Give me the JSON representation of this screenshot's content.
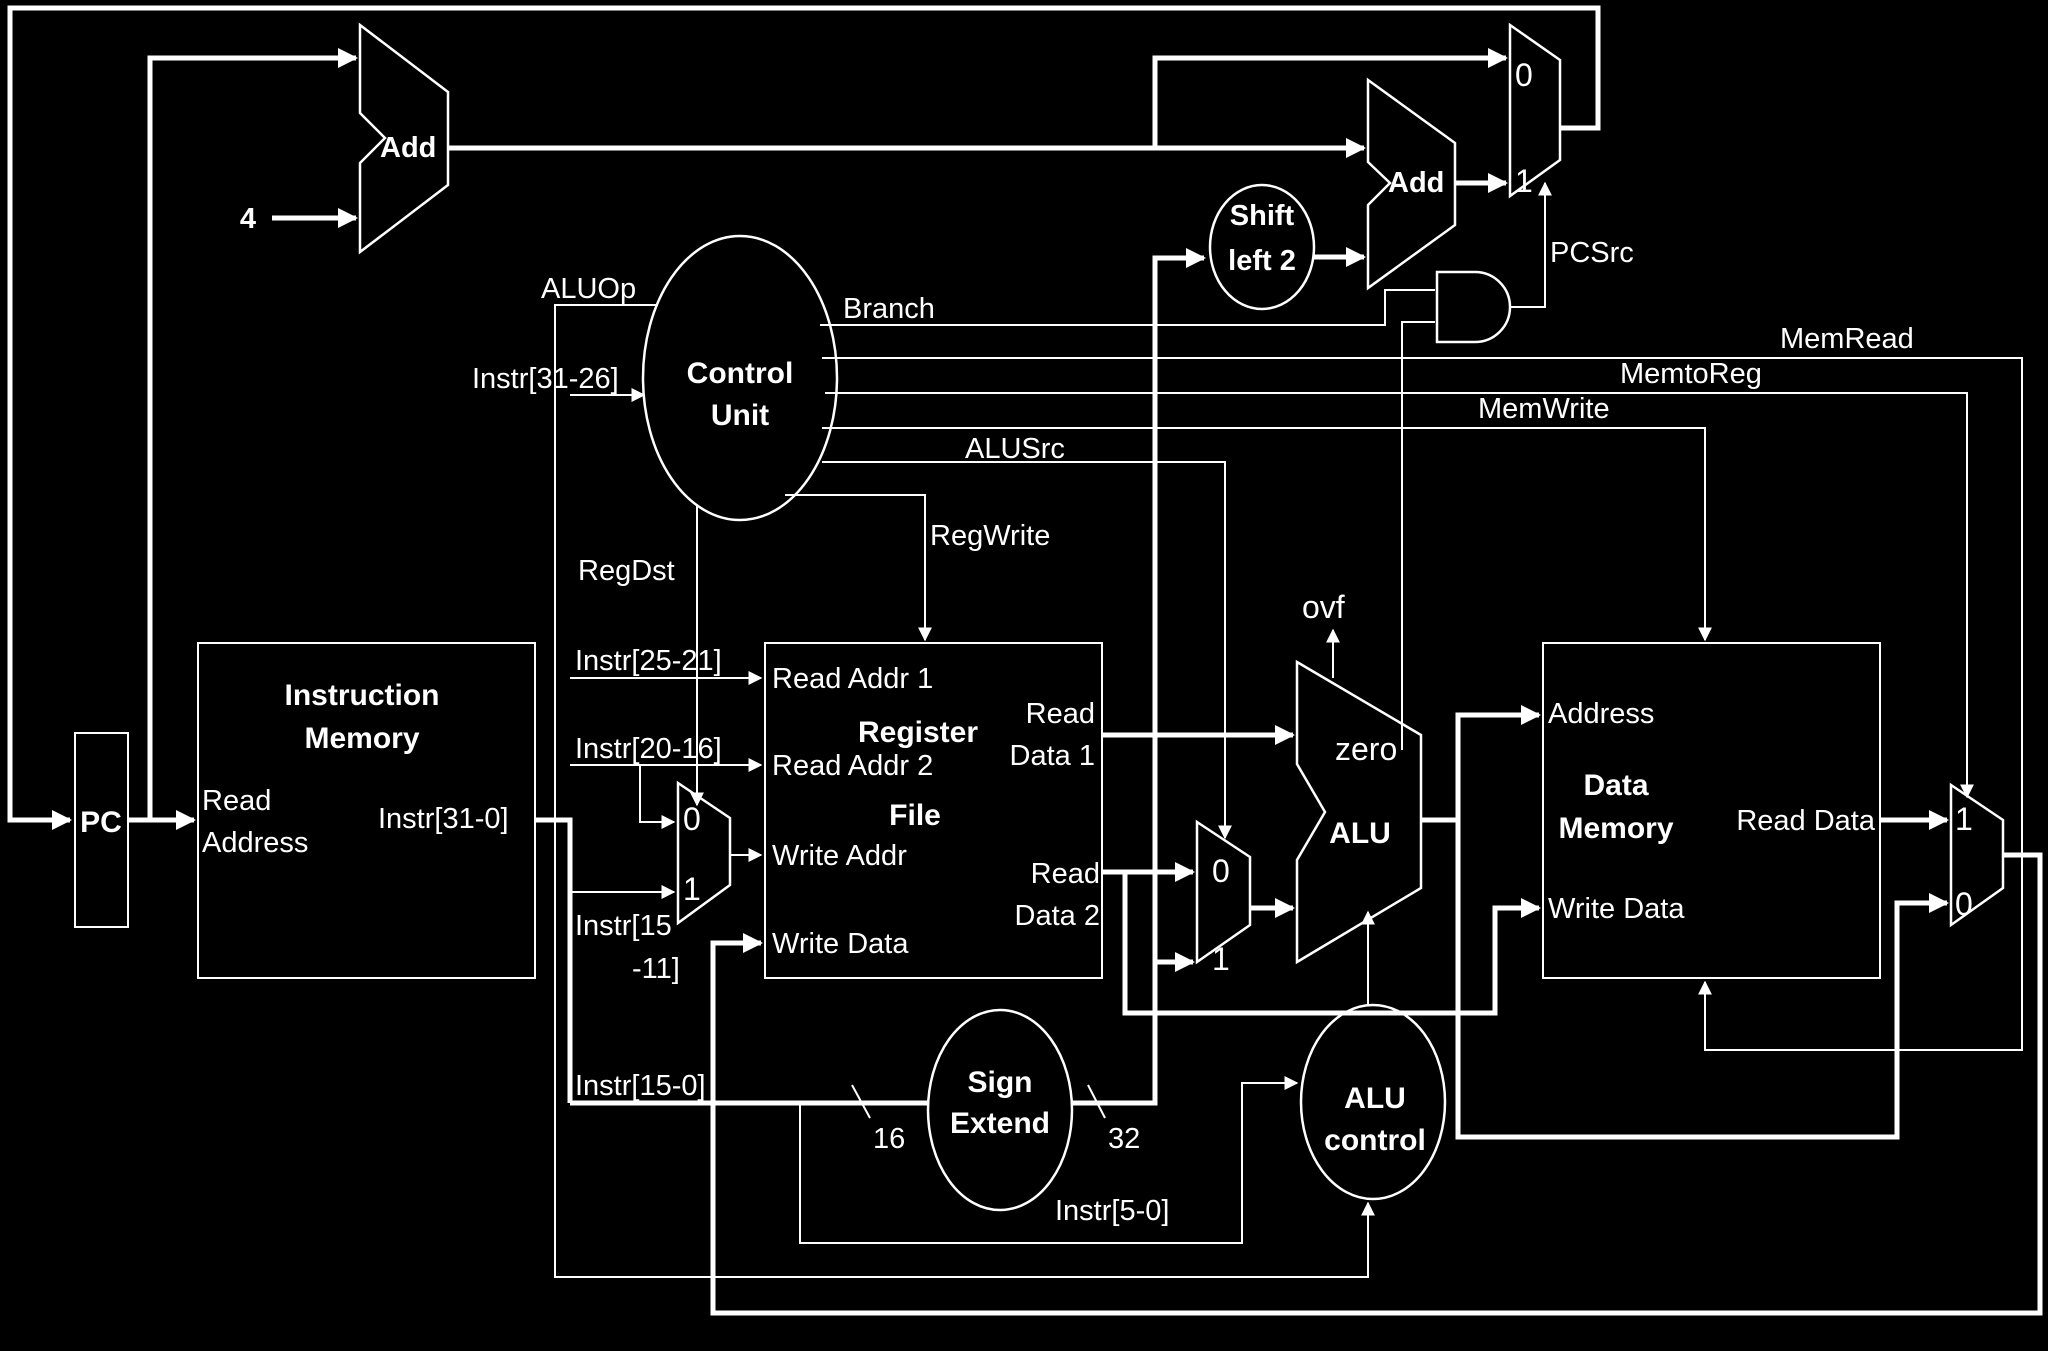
{
  "colors": {
    "background": "#000000",
    "foreground": "#ffffff"
  },
  "pc": {
    "label": "PC"
  },
  "instr_mem": {
    "title_line1": "Instruction",
    "title_line2": "Memory",
    "read_addr_line1": "Read",
    "read_addr_line2": "Address",
    "output": "Instr[31-0]"
  },
  "adder_pc": {
    "label": "Add",
    "const": "4"
  },
  "adder_branch": {
    "label": "Add"
  },
  "shift": {
    "line1": "Shift",
    "line2": "left 2"
  },
  "control": {
    "line1": "Control",
    "line2": "Unit",
    "aluop": "ALUOp",
    "instr_in": "Instr[31-26]",
    "branch": "Branch",
    "memread": "MemRead",
    "memtoreg": "MemtoReg",
    "memwrite": "MemWrite",
    "alusrc": "ALUSrc",
    "regwrite": "RegWrite",
    "regdst": "RegDst"
  },
  "pcsrc_mux": {
    "in0": "0",
    "in1": "1",
    "signal": "PCSrc"
  },
  "regfile": {
    "title_line1": "Register",
    "title_line2": "File",
    "read_addr1": "Read Addr 1",
    "read_addr2": "Read Addr 2",
    "write_addr": "Write Addr",
    "write_data": "Write Data",
    "read_data1_line1": "Read",
    "read_data1_line2": "Data 1",
    "read_data2_line1": "Read",
    "read_data2_line2": "Data 2"
  },
  "instr_fields": {
    "f25_21": "Instr[25-21]",
    "f20_16": "Instr[20-16]",
    "f15_11_line1": "Instr[15",
    "f15_11_line2": "-11]",
    "f15_0": "Instr[15-0]",
    "f5_0": "Instr[5-0]"
  },
  "regdst_mux": {
    "in0": "0",
    "in1": "1"
  },
  "alusrc_mux": {
    "in0": "0",
    "in1": "1"
  },
  "alu": {
    "label": "ALU",
    "zero": "zero",
    "ovf": "ovf"
  },
  "sign_extend": {
    "line1": "Sign",
    "line2": "Extend",
    "width_in": "16",
    "width_out": "32"
  },
  "alu_control": {
    "line1": "ALU",
    "line2": "control"
  },
  "data_mem": {
    "title_line1": "Data",
    "title_line2": "Memory",
    "address": "Address",
    "write_data": "Write Data",
    "read_data": "Read Data"
  },
  "memtoreg_mux": {
    "in1": "1",
    "in0": "0"
  }
}
